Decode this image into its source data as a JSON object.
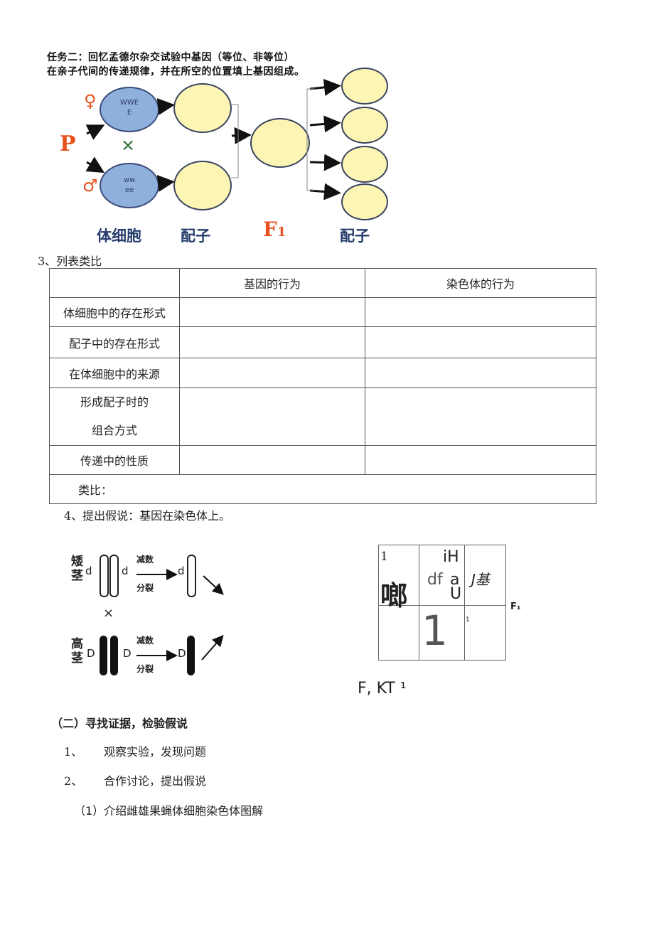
{
  "task": {
    "line1": "任务二：回忆孟德尔杂交试验中基因（等位、非等位）",
    "line2": "在亲子代间的传递规律，并在所空的位置填上基因组成。"
  },
  "diagram": {
    "female_symbol": "♀",
    "male_symbol": "♂",
    "cross_symbol": "×",
    "p_label": "P",
    "female_genotype_1": "WWE",
    "female_genotype_2": "E",
    "male_genotype_1": "ww",
    "male_genotype_2": "ee",
    "label_somatic": "体细胞",
    "label_gamete_1": "配子",
    "label_f1": "F",
    "label_f1_sub": "1",
    "label_gamete_2": "配子"
  },
  "section3": {
    "title": "3、列表类比",
    "headers": [
      "",
      "基因的行为",
      "染色体的行为"
    ],
    "rows": [
      [
        "体细胞中的存在形式"
      ],
      [
        "配子中的存在形式"
      ],
      [
        "在体细胞中的来源"
      ],
      [
        "形成配子时的",
        "组合方式"
      ],
      [
        "传递中的性质"
      ]
    ],
    "analogy": "类比："
  },
  "section4": {
    "title": "4、提出假说：基因在染色体上。"
  },
  "chromo": {
    "top_label_1": "矮",
    "top_label_2": "茎",
    "top_allele": "d",
    "arrow_text_1": "减数",
    "arrow_text_2": "分裂",
    "bottom_label_1": "高",
    "bottom_label_2": "茎",
    "bottom_allele": "D",
    "cross": "×"
  },
  "punnett": {
    "c1_small": "1",
    "c1_big": "啷",
    "c2_a": "iH",
    "c2_b": "df",
    "c2_c": "a",
    "c2_d": "U",
    "c3": "J基",
    "c5": "1",
    "c6": "1",
    "f1_mark": "F₁",
    "caption": "F, KT ¹"
  },
  "part2": {
    "title": "（二）寻找证据，检验假说",
    "item1_num": "1、",
    "item1_text": "观察实验，发现问题",
    "item2_num": "2、",
    "item2_text": "合作讨论，提出假说",
    "item3": "（1）介绍雌雄果蝇体细胞染色体图解"
  }
}
